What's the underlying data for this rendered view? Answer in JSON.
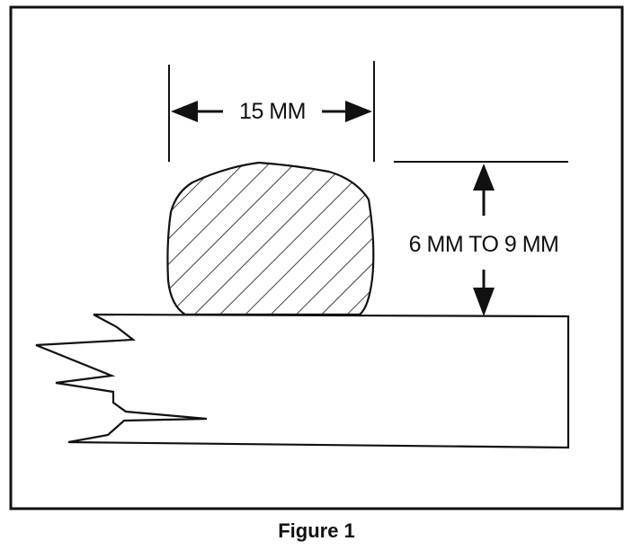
{
  "figure": {
    "width_label": "15 MM",
    "height_label": "6 MM TO 9 MM",
    "caption": "Figure 1"
  }
}
